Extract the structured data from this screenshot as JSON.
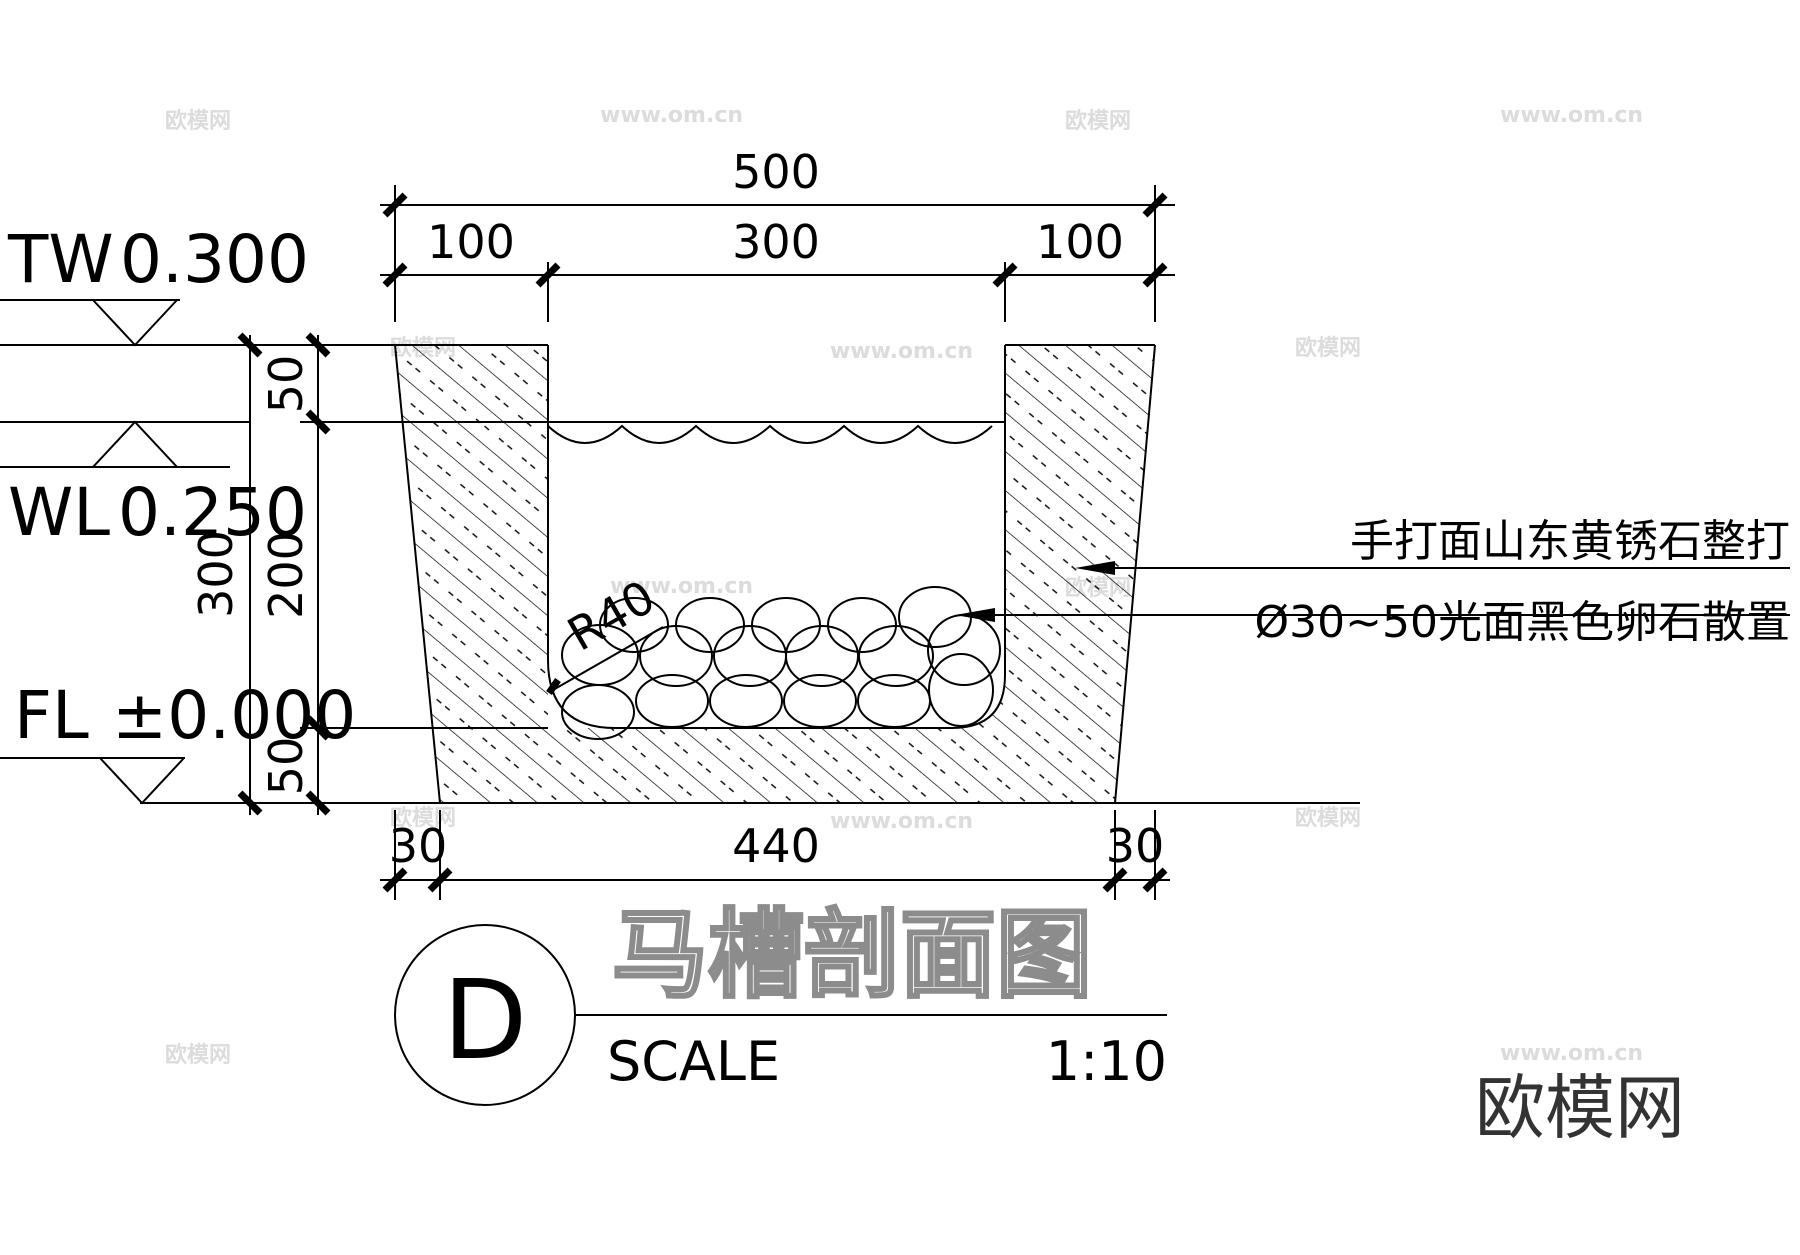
{
  "levels": {
    "tw": {
      "label": "TW",
      "value": "0.300"
    },
    "wl": {
      "label": "WL",
      "value": "0.250"
    },
    "fl": {
      "label": "FL",
      "value": "±0.000"
    }
  },
  "dimensions": {
    "top_total": "500",
    "top_left": "100",
    "top_mid": "300",
    "top_right": "100",
    "bottom_left": "30",
    "bottom_mid": "440",
    "bottom_right": "30",
    "vertical_total": "300",
    "vertical_top": "50",
    "vertical_mid": "200",
    "vertical_bottom": "50",
    "radius": "R40"
  },
  "callouts": [
    {
      "text": "手打面山东黄锈石整打"
    },
    {
      "text": "Ø30~50光面黑色卵石散置"
    }
  ],
  "title_block": {
    "symbol": "D",
    "title": "马槽剖面图",
    "scale_label": "SCALE",
    "scale_value": "1:10"
  },
  "watermark": {
    "brand": "欧模网",
    "site": "www.om.cn"
  },
  "colors": {
    "line": "#000000",
    "title_outline": "#8c8c8c",
    "watermark": "#dcdcdc"
  }
}
